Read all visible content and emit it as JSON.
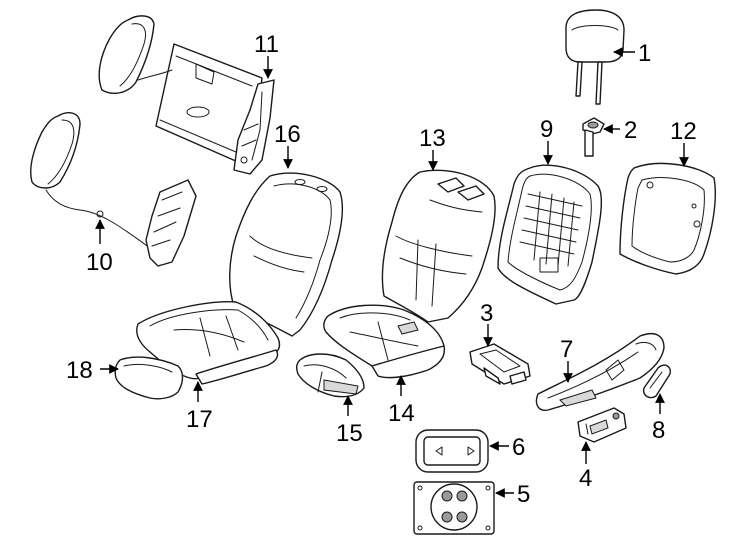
{
  "callouts": {
    "c1": "1",
    "c2": "2",
    "c3": "3",
    "c4": "4",
    "c5": "5",
    "c6": "6",
    "c7": "7",
    "c8": "8",
    "c9": "9",
    "c10": "10",
    "c11": "11",
    "c12": "12",
    "c13": "13",
    "c14": "14",
    "c15": "15",
    "c16": "16",
    "c17": "17",
    "c18": "18"
  },
  "colors": {
    "line": "#1a1a1a",
    "background": "#ffffff",
    "fill": "#ffffff"
  }
}
